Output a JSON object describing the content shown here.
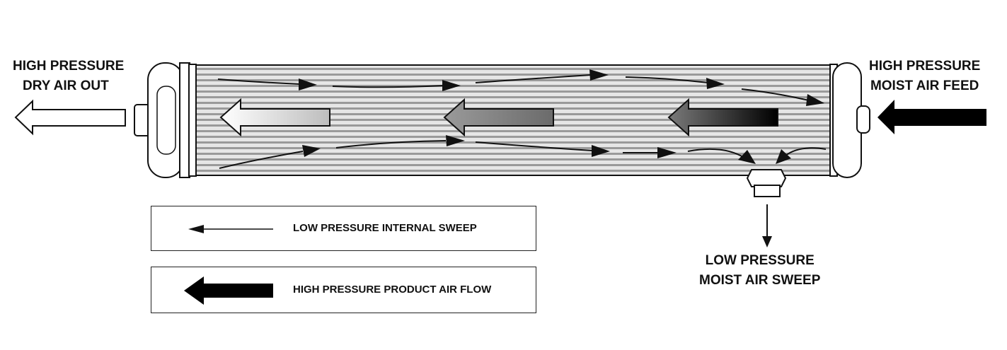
{
  "labels": {
    "outlet": [
      "HIGH PRESSURE",
      "DRY AIR OUT"
    ],
    "feed": [
      "HIGH PRESSURE",
      "MOIST AIR FEED"
    ],
    "sweep_out": [
      "LOW PRESSURE",
      "MOIST AIR SWEEP"
    ]
  },
  "legend": {
    "internal_sweep": "LOW PRESSURE INTERNAL SWEEP",
    "product_flow": "HIGH PRESSURE PRODUCT AIR FLOW"
  },
  "colors": {
    "outline": "#111111",
    "fiber_stripe": "#9a9a9a",
    "fiber_base": "#e6e6e6",
    "product_arrow_dark": "#000000",
    "product_arrow_light": "#ffffff"
  }
}
